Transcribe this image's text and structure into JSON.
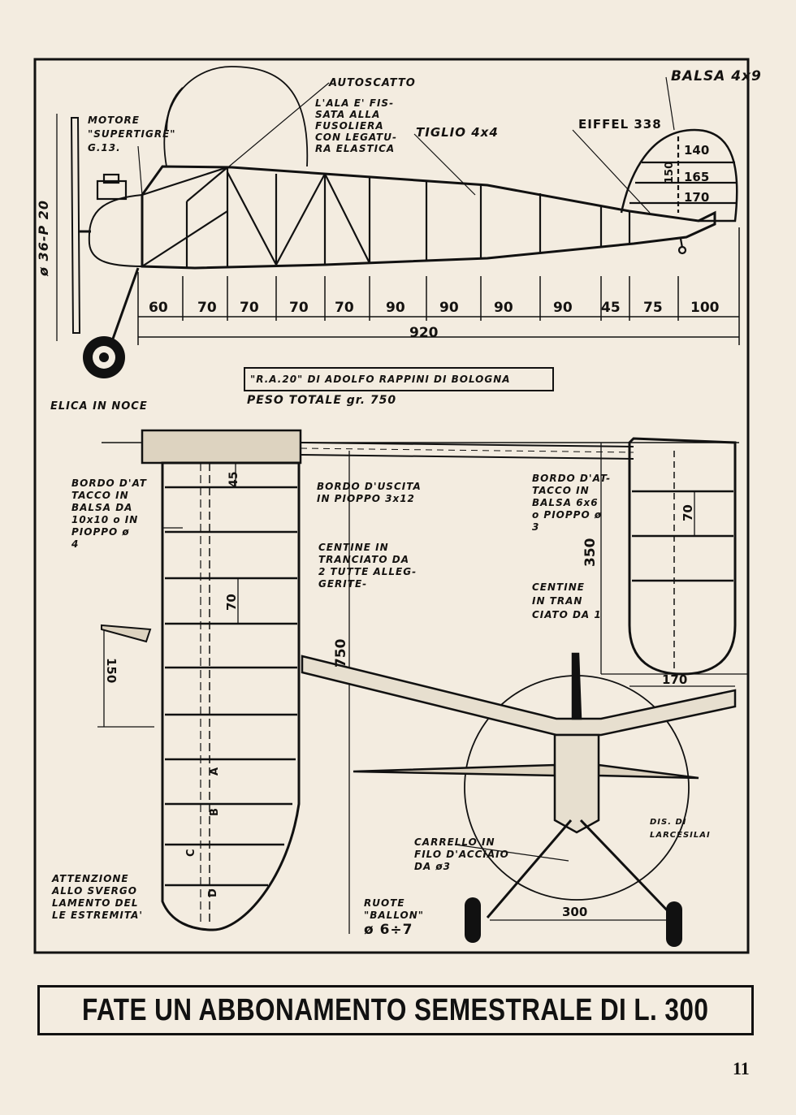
{
  "labels": {
    "autoscatto": "AUTOSCATTO",
    "ala_fissata": "L'ALA E' FIS-\nSATA ALLA\nFUSOLIERA\nCON LEGATU-\nRA ELASTICA",
    "tiglio": "TIGLIO 4x4",
    "balsa": "BALSA 4x9",
    "eiffel": "EIFFEL 338",
    "motore": "MOTORE\n\"SUPERTIGRE\"\nG.13.",
    "propeller": "ø 36-P 20",
    "elica": "ELICA IN NOCE",
    "title": "\"R.A.20\" DI ADOLFO RAPPINI DI BOLOGNA",
    "peso": "PESO TOTALE  gr. 750",
    "bordo_attacco_wing": "BORDO D'AT\nTACCO IN\nBALSA DA\n10x10 o IN\nPIOPPO ø\n4",
    "bordo_uscita": "BORDO D'USCITA\nIN PIOPPO 3x12",
    "centine_wing": "CENTINE IN\nTRANCIATO DA\n2 TUTTE ALLEG-\nGERITE-",
    "bordo_attacco_tail": "BORDO D'AT-\nTACCO IN\nBALSA 6x6\no PIOPPO ø\n3",
    "centine_tail": "CENTINE\nIN TRAN\nCIATO DA 1",
    "attenzione": "ATTENZIONE\nALLO SVERGO\nLAMENTO DEL\nLE ESTREMITA'",
    "carrello": "CARRELLO IN\nFILO D'ACCIAIO\nDA ø3",
    "ruote": "RUOTE\n\"BALLON\"",
    "ruote_size": "ø 6÷7",
    "disegno": "DIS. DI\nLARCESILAI"
  },
  "dimensions": {
    "fuselage_segments": [
      "60",
      "70",
      "70",
      "70",
      "70",
      "90",
      "90",
      "90",
      "90",
      "45",
      "75",
      "100"
    ],
    "total_length": "920",
    "fin_heights": [
      "140",
      "165",
      "170"
    ],
    "fin_150": "150",
    "wing_rib_45": "45",
    "wing_rib_70": "70",
    "wing_span_half": "750",
    "dihedral": "150",
    "tail_rib_70": "70",
    "tail_span": "350",
    "tail_chord": "170",
    "track": "300",
    "rib_letters": [
      "A",
      "B",
      "C",
      "D"
    ]
  },
  "banner": "FATE UN ABBONAMENTO SEMESTRALE DI L. 300",
  "page_number": "11"
}
